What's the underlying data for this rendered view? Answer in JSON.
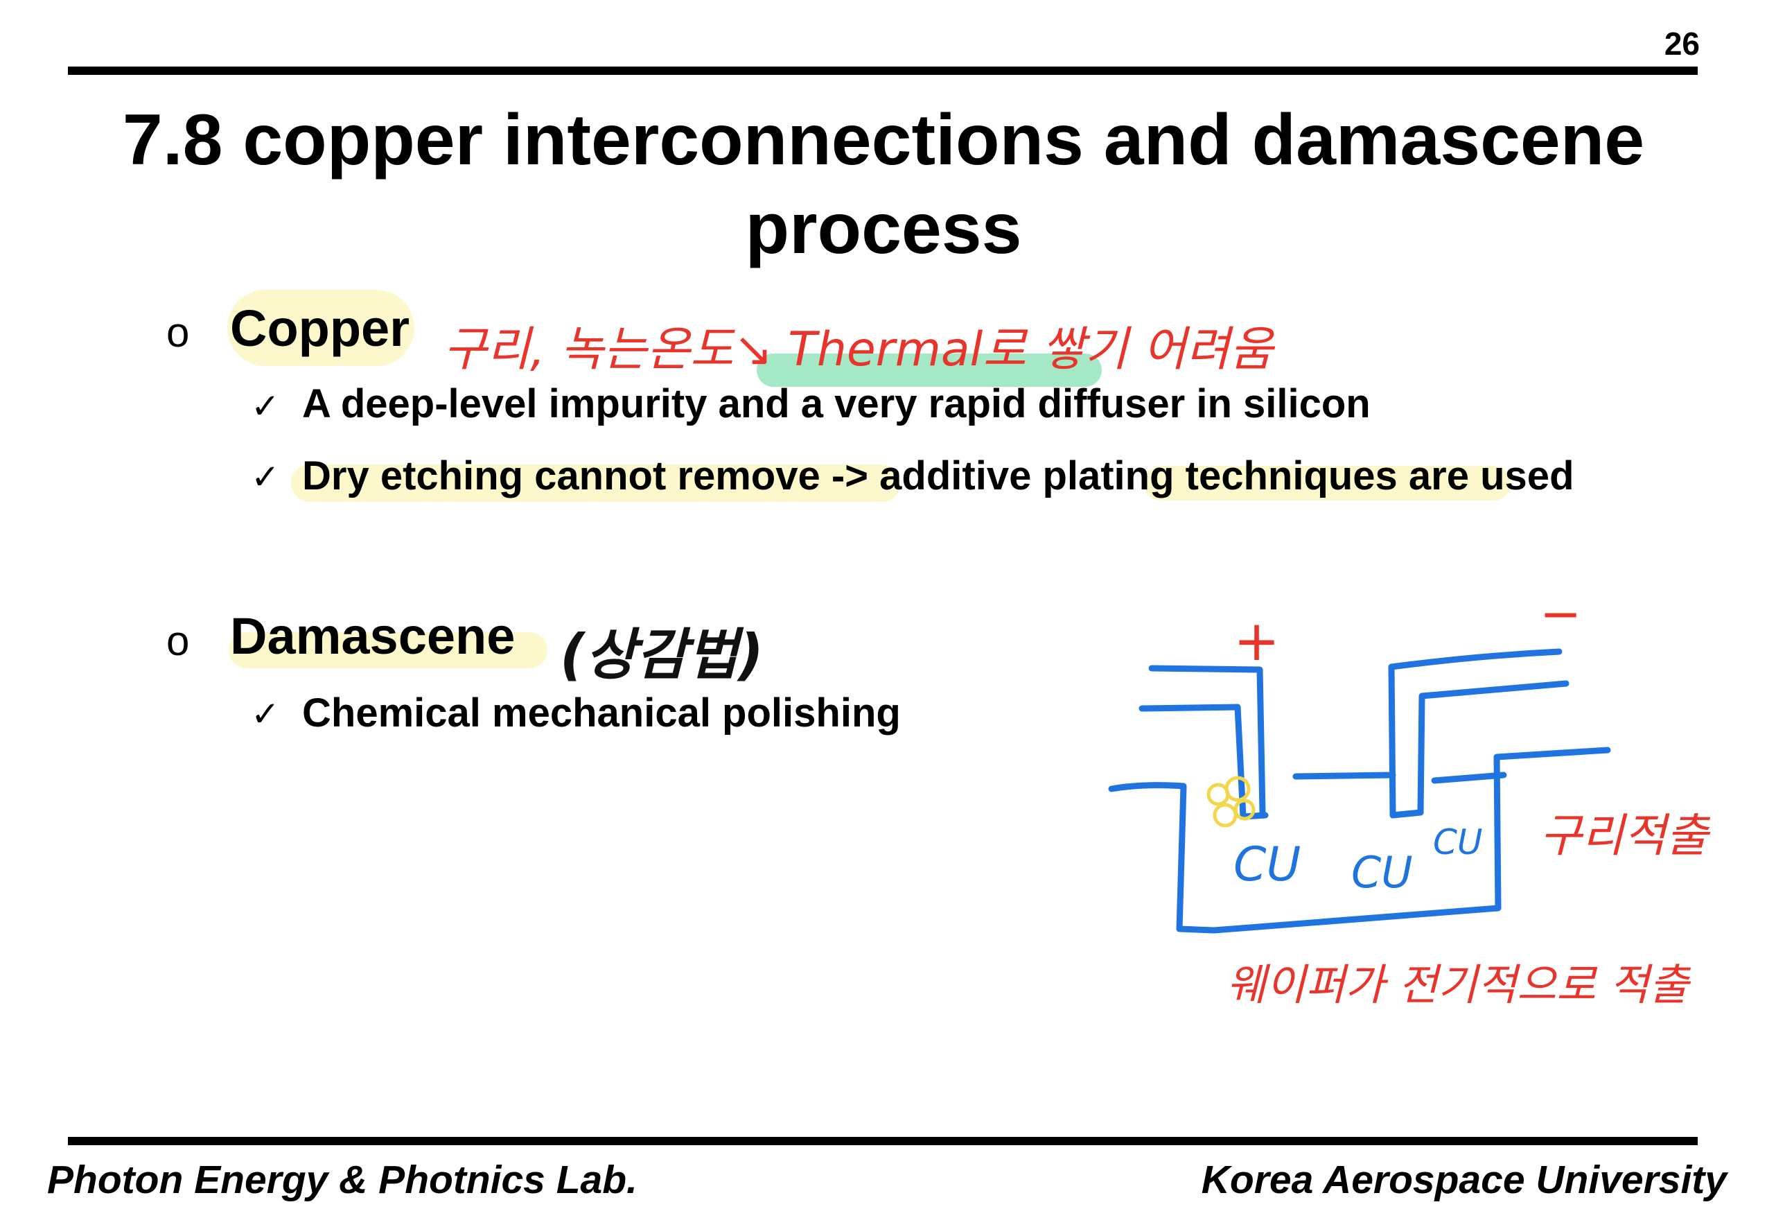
{
  "page_number": "26",
  "title": "7.8 copper interconnections and damascene process",
  "sections": [
    {
      "marker": "o",
      "heading": "Copper",
      "items": [
        {
          "mark": "✓",
          "text": "A deep-level impurity and a very rapid diffuser in silicon"
        },
        {
          "mark": "✓",
          "text": "Dry etching cannot remove -> additive plating techniques are used"
        }
      ]
    },
    {
      "marker": "o",
      "heading": "Damascene",
      "items": [
        {
          "mark": "✓",
          "text": "Chemical mechanical polishing"
        }
      ]
    }
  ],
  "annotations": {
    "copper_note": "구리, 녹는온도↘ Thermal로 쌓기 어려움",
    "damascene_note": "(상감법)",
    "plus_sign": "+",
    "minus_sign": "−",
    "cu_labels": [
      "CU",
      "CU",
      "CU"
    ],
    "right_note": "구리적출",
    "bottom_note": "웨이퍼가 전기적으로 적출"
  },
  "footer": {
    "left": "Photon Energy & Photnics Lab.",
    "right": "Korea Aerospace University"
  },
  "colors": {
    "ink_red": "#e8342b",
    "ink_blue": "#1f74e0",
    "ink_black": "#111111",
    "highlight_yellow": "#f7e97a",
    "highlight_green": "#5ad696"
  }
}
